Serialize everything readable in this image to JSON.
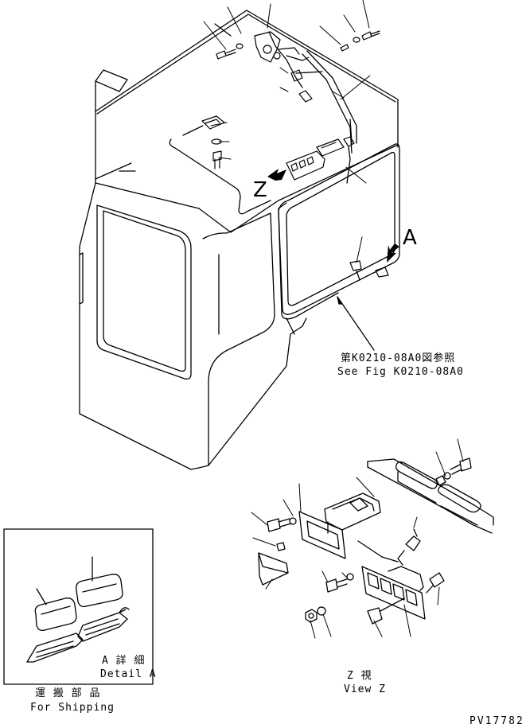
{
  "labels": {
    "see_fig_jp": "第K0210-08A0図参照",
    "see_fig_en": "See Fig K0210-08A0",
    "view_letter_z": "Z",
    "detail_letter_a": "A",
    "detail_a_jp": "A 詳 細",
    "detail_a_en": "Detail A",
    "shipping_jp": "運 搬 部 品",
    "shipping_en": "For Shipping",
    "view_z_jp": "Z  視",
    "view_z_en": "View Z",
    "drawing_number": "PV17782"
  }
}
